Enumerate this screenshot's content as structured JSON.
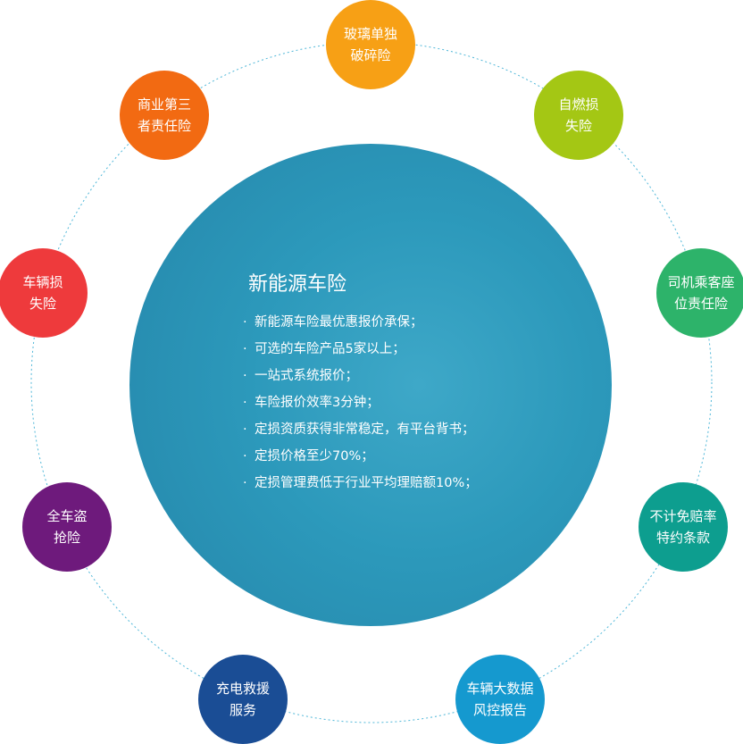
{
  "center": {
    "title": "新能源车险",
    "bullet": "·",
    "features": [
      "新能源车险最优惠报价承保；",
      "可选的车险产品5家以上；",
      "一站式系统报价；",
      "车险报价效率3分钟；",
      "定损资质获得非常稳定，有平台背书；",
      "定损价格至少70%；",
      "定损管理费低于行业平均理赔额10%；"
    ],
    "color": "#2c99bb"
  },
  "nodes": [
    {
      "line1": "玻璃单独",
      "line2": "破碎险",
      "color": "#f7a015"
    },
    {
      "line1": "自燃损",
      "line2": "失险",
      "color": "#a4c714"
    },
    {
      "line1": "司机乘客座",
      "line2": "位责任险",
      "color": "#2db36a"
    },
    {
      "line1": "不计免赔率",
      "line2": "特约条款",
      "color": "#0d9e8f"
    },
    {
      "line1": "车辆大数据",
      "line2": "风控报告",
      "color": "#1599cf"
    },
    {
      "line1": "充电救援",
      "line2": "服务",
      "color": "#1a4d95"
    },
    {
      "line1": "全车盗",
      "line2": "抢险",
      "color": "#6e1a7c"
    },
    {
      "line1": "车辆损",
      "line2": "失险",
      "color": "#ee3a3c"
    },
    {
      "line1": "商业第三",
      "line2": "者责任险",
      "color": "#f26a12"
    }
  ],
  "orbit_color": "#4fb7d8"
}
